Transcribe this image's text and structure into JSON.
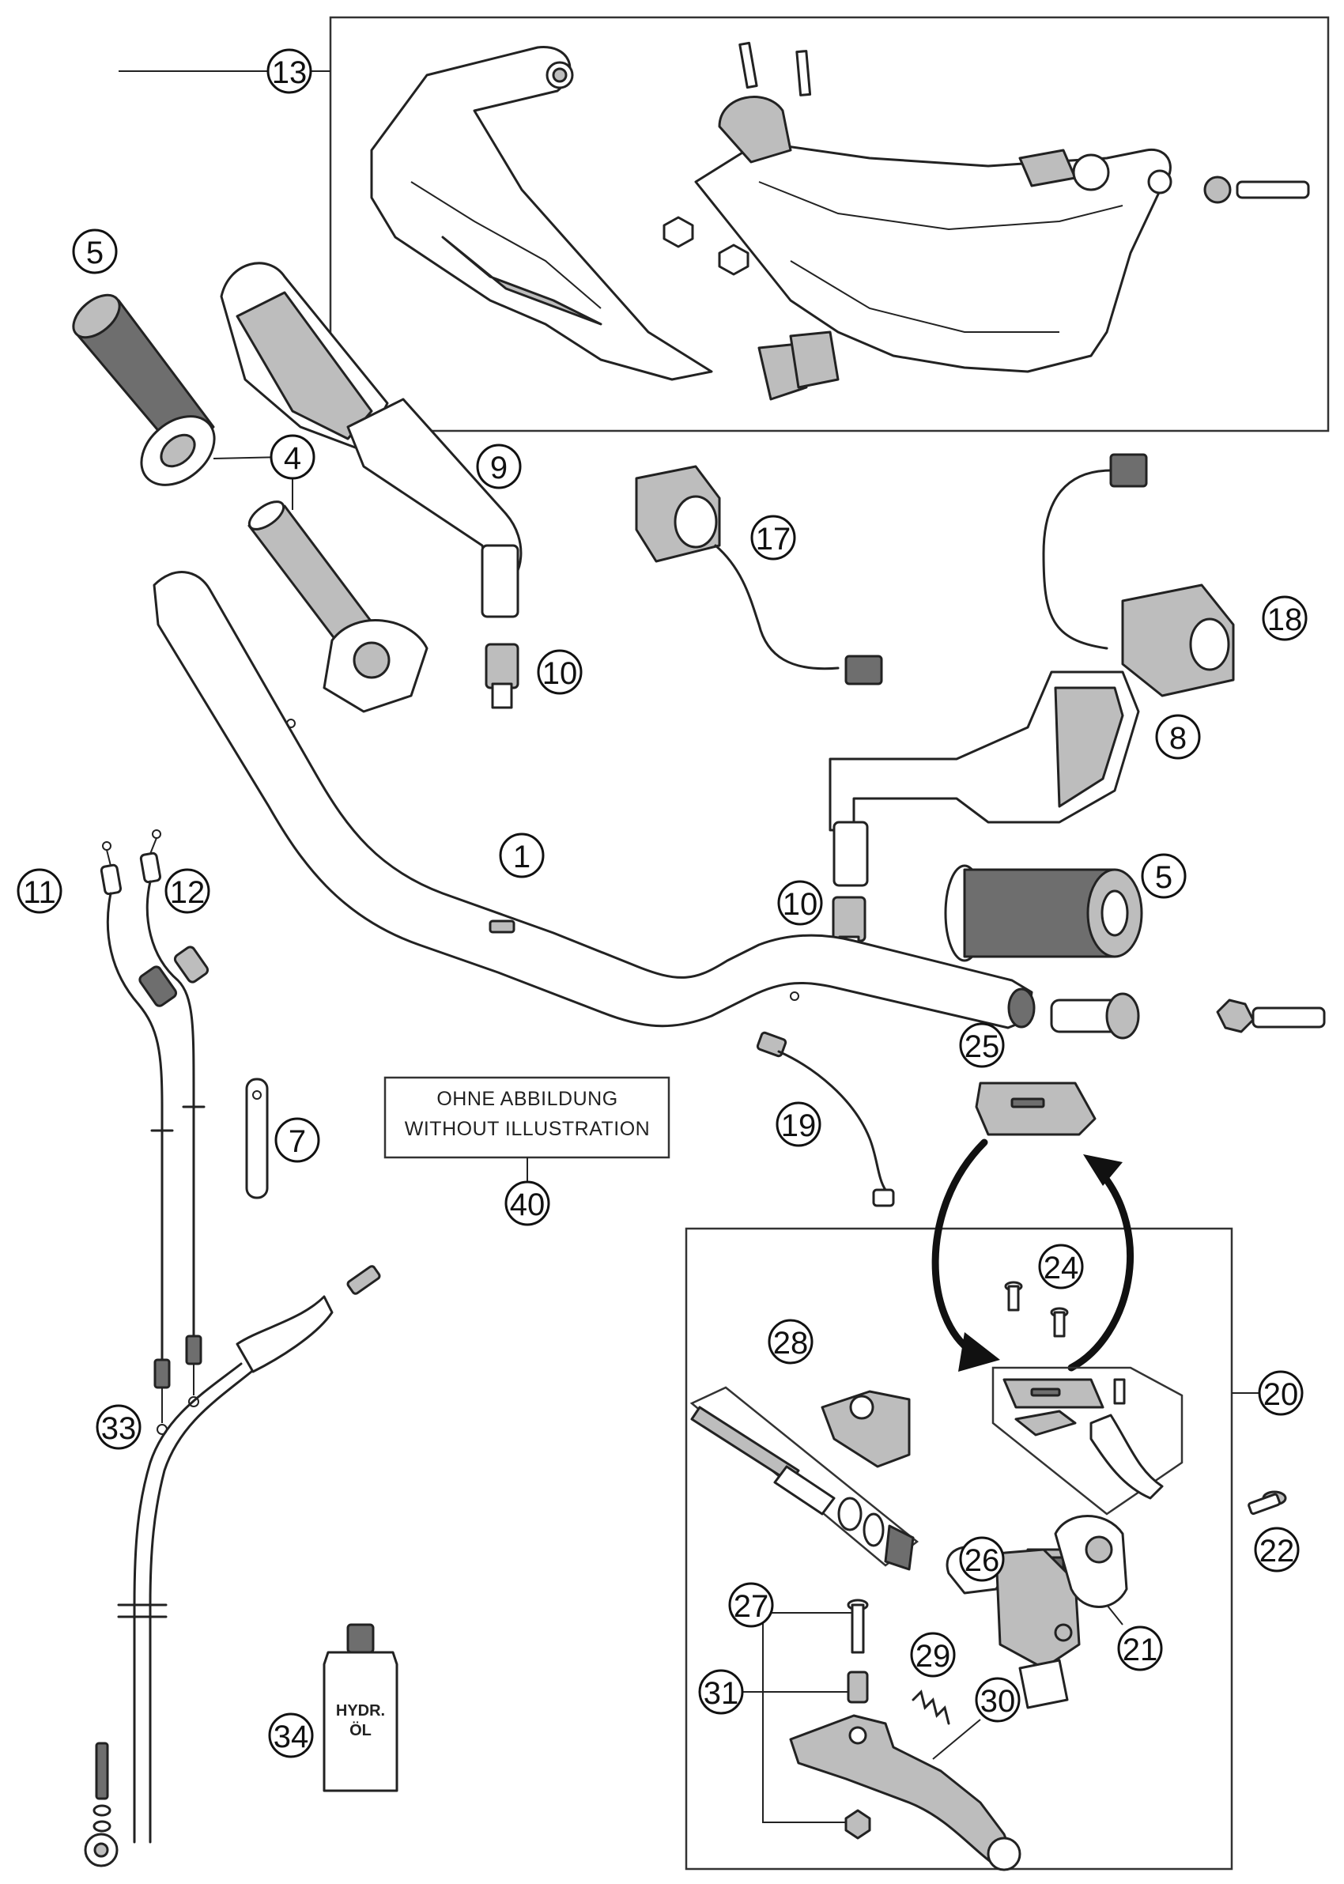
{
  "note": {
    "line1": "OHNE ABBILDUNG",
    "line2": "WITHOUT ILLUSTRATION"
  },
  "bottle": {
    "line1": "HYDR.",
    "line2": "ÖL"
  },
  "callouts": [
    {
      "id": "c13",
      "text": "13"
    },
    {
      "id": "c5a",
      "text": "5"
    },
    {
      "id": "c4",
      "text": "4"
    },
    {
      "id": "c9",
      "text": "9"
    },
    {
      "id": "c17",
      "text": "17"
    },
    {
      "id": "c18",
      "text": "18"
    },
    {
      "id": "c10a",
      "text": "10"
    },
    {
      "id": "c8",
      "text": "8"
    },
    {
      "id": "c1",
      "text": "1"
    },
    {
      "id": "c10b",
      "text": "10"
    },
    {
      "id": "c5b",
      "text": "5"
    },
    {
      "id": "c11",
      "text": "11"
    },
    {
      "id": "c12",
      "text": "12"
    },
    {
      "id": "c7",
      "text": "7"
    },
    {
      "id": "c40",
      "text": "40"
    },
    {
      "id": "c19",
      "text": "19"
    },
    {
      "id": "c25",
      "text": "25"
    },
    {
      "id": "c24",
      "text": "24"
    },
    {
      "id": "c20",
      "text": "20"
    },
    {
      "id": "c28",
      "text": "28"
    },
    {
      "id": "c33",
      "text": "33"
    },
    {
      "id": "c26",
      "text": "26"
    },
    {
      "id": "c27",
      "text": "27"
    },
    {
      "id": "c22",
      "text": "22"
    },
    {
      "id": "c21",
      "text": "21"
    },
    {
      "id": "c29",
      "text": "29"
    },
    {
      "id": "c31",
      "text": "31"
    },
    {
      "id": "c34",
      "text": "34"
    },
    {
      "id": "c30",
      "text": "30"
    }
  ]
}
